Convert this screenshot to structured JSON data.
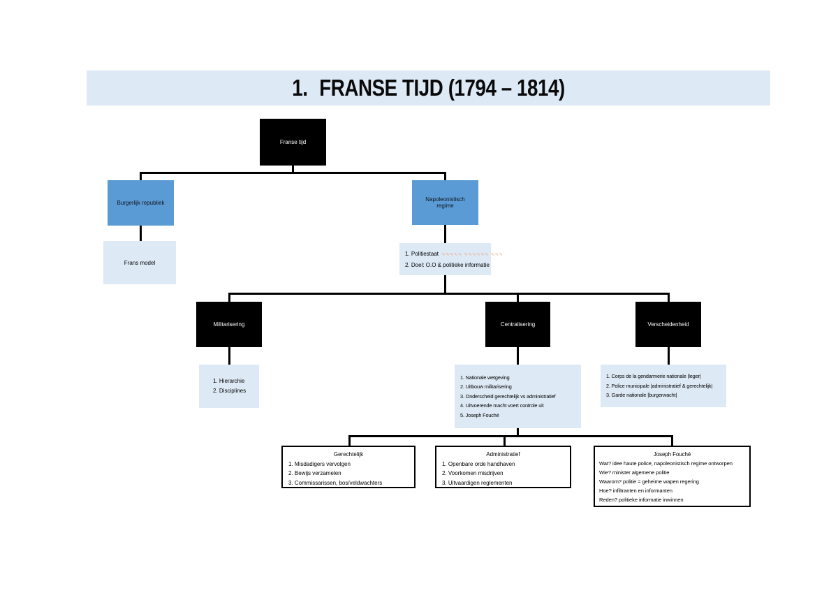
{
  "title": {
    "number": "1.",
    "text": "FRANSE TIJD (1794 – 1814)"
  },
  "colors": {
    "accent_blue": "#5b9bd5",
    "light_blue": "#dde9f5",
    "box_black": "#000000",
    "annotation_orange": "#ee9a66"
  },
  "nodes": {
    "franse_tijd": {
      "label": "Franse tijd"
    },
    "burgerlijk_republiek": {
      "label": "Burgerlijk republiek"
    },
    "frans_model": {
      "label": "Frans model"
    },
    "napoleonistisch_regime": {
      "label": "Napoleonistisch regime"
    },
    "politiestaat": {
      "line1": "1. Politiestaat",
      "line1_annotation": "∿∿∿∿∿ ∿∿∿∿∿∿ ∿∿∿",
      "line2": "2. Doel: O.O & politieke informatie"
    },
    "militarisering": {
      "label": "Militarisering",
      "items": [
        "1. Hierarchie",
        "2. Disciplines"
      ]
    },
    "centralisering": {
      "label": "Centralisering",
      "items": [
        "1. Nationale wetgeving",
        "2. Uitbouw militarisering",
        "3. Onderscheid gerechtelijk vs administratief",
        "4. Uitvoerende macht voert controle uit",
        "5. Joseph Fouché"
      ]
    },
    "verscheidenheid": {
      "label": "Verscheidenheid",
      "items": [
        "1. Corps de la gendarmerie nationale |leger|",
        "2. Police municipale |administratief & gerechtelijk|",
        "3. Garde nationale |burgerwacht|"
      ]
    },
    "gerechtelijk": {
      "title": "Gerechtelijk",
      "items": [
        "1. Misdadigers vervolgen",
        "2. Bewijs verzamelen",
        "3. Commissarissen, bos/veldwachters"
      ]
    },
    "administratief": {
      "title": "Administratief",
      "items": [
        "1. Openbare orde handhaven",
        "2. Voorkomen misdrijven",
        "3. Uitvaardigen reglementen"
      ]
    },
    "joseph_fouche": {
      "title": "Joseph Fouché",
      "items": [
        "Wat? idee haute police, napoleonistisch regime ontworpen",
        "Wie? minister algemene politie",
        "Waarom? politie = geheime wapen regering",
        "Hoe? infiltranten en informanten",
        "Reden? politieke informatie inwinnen"
      ]
    }
  }
}
